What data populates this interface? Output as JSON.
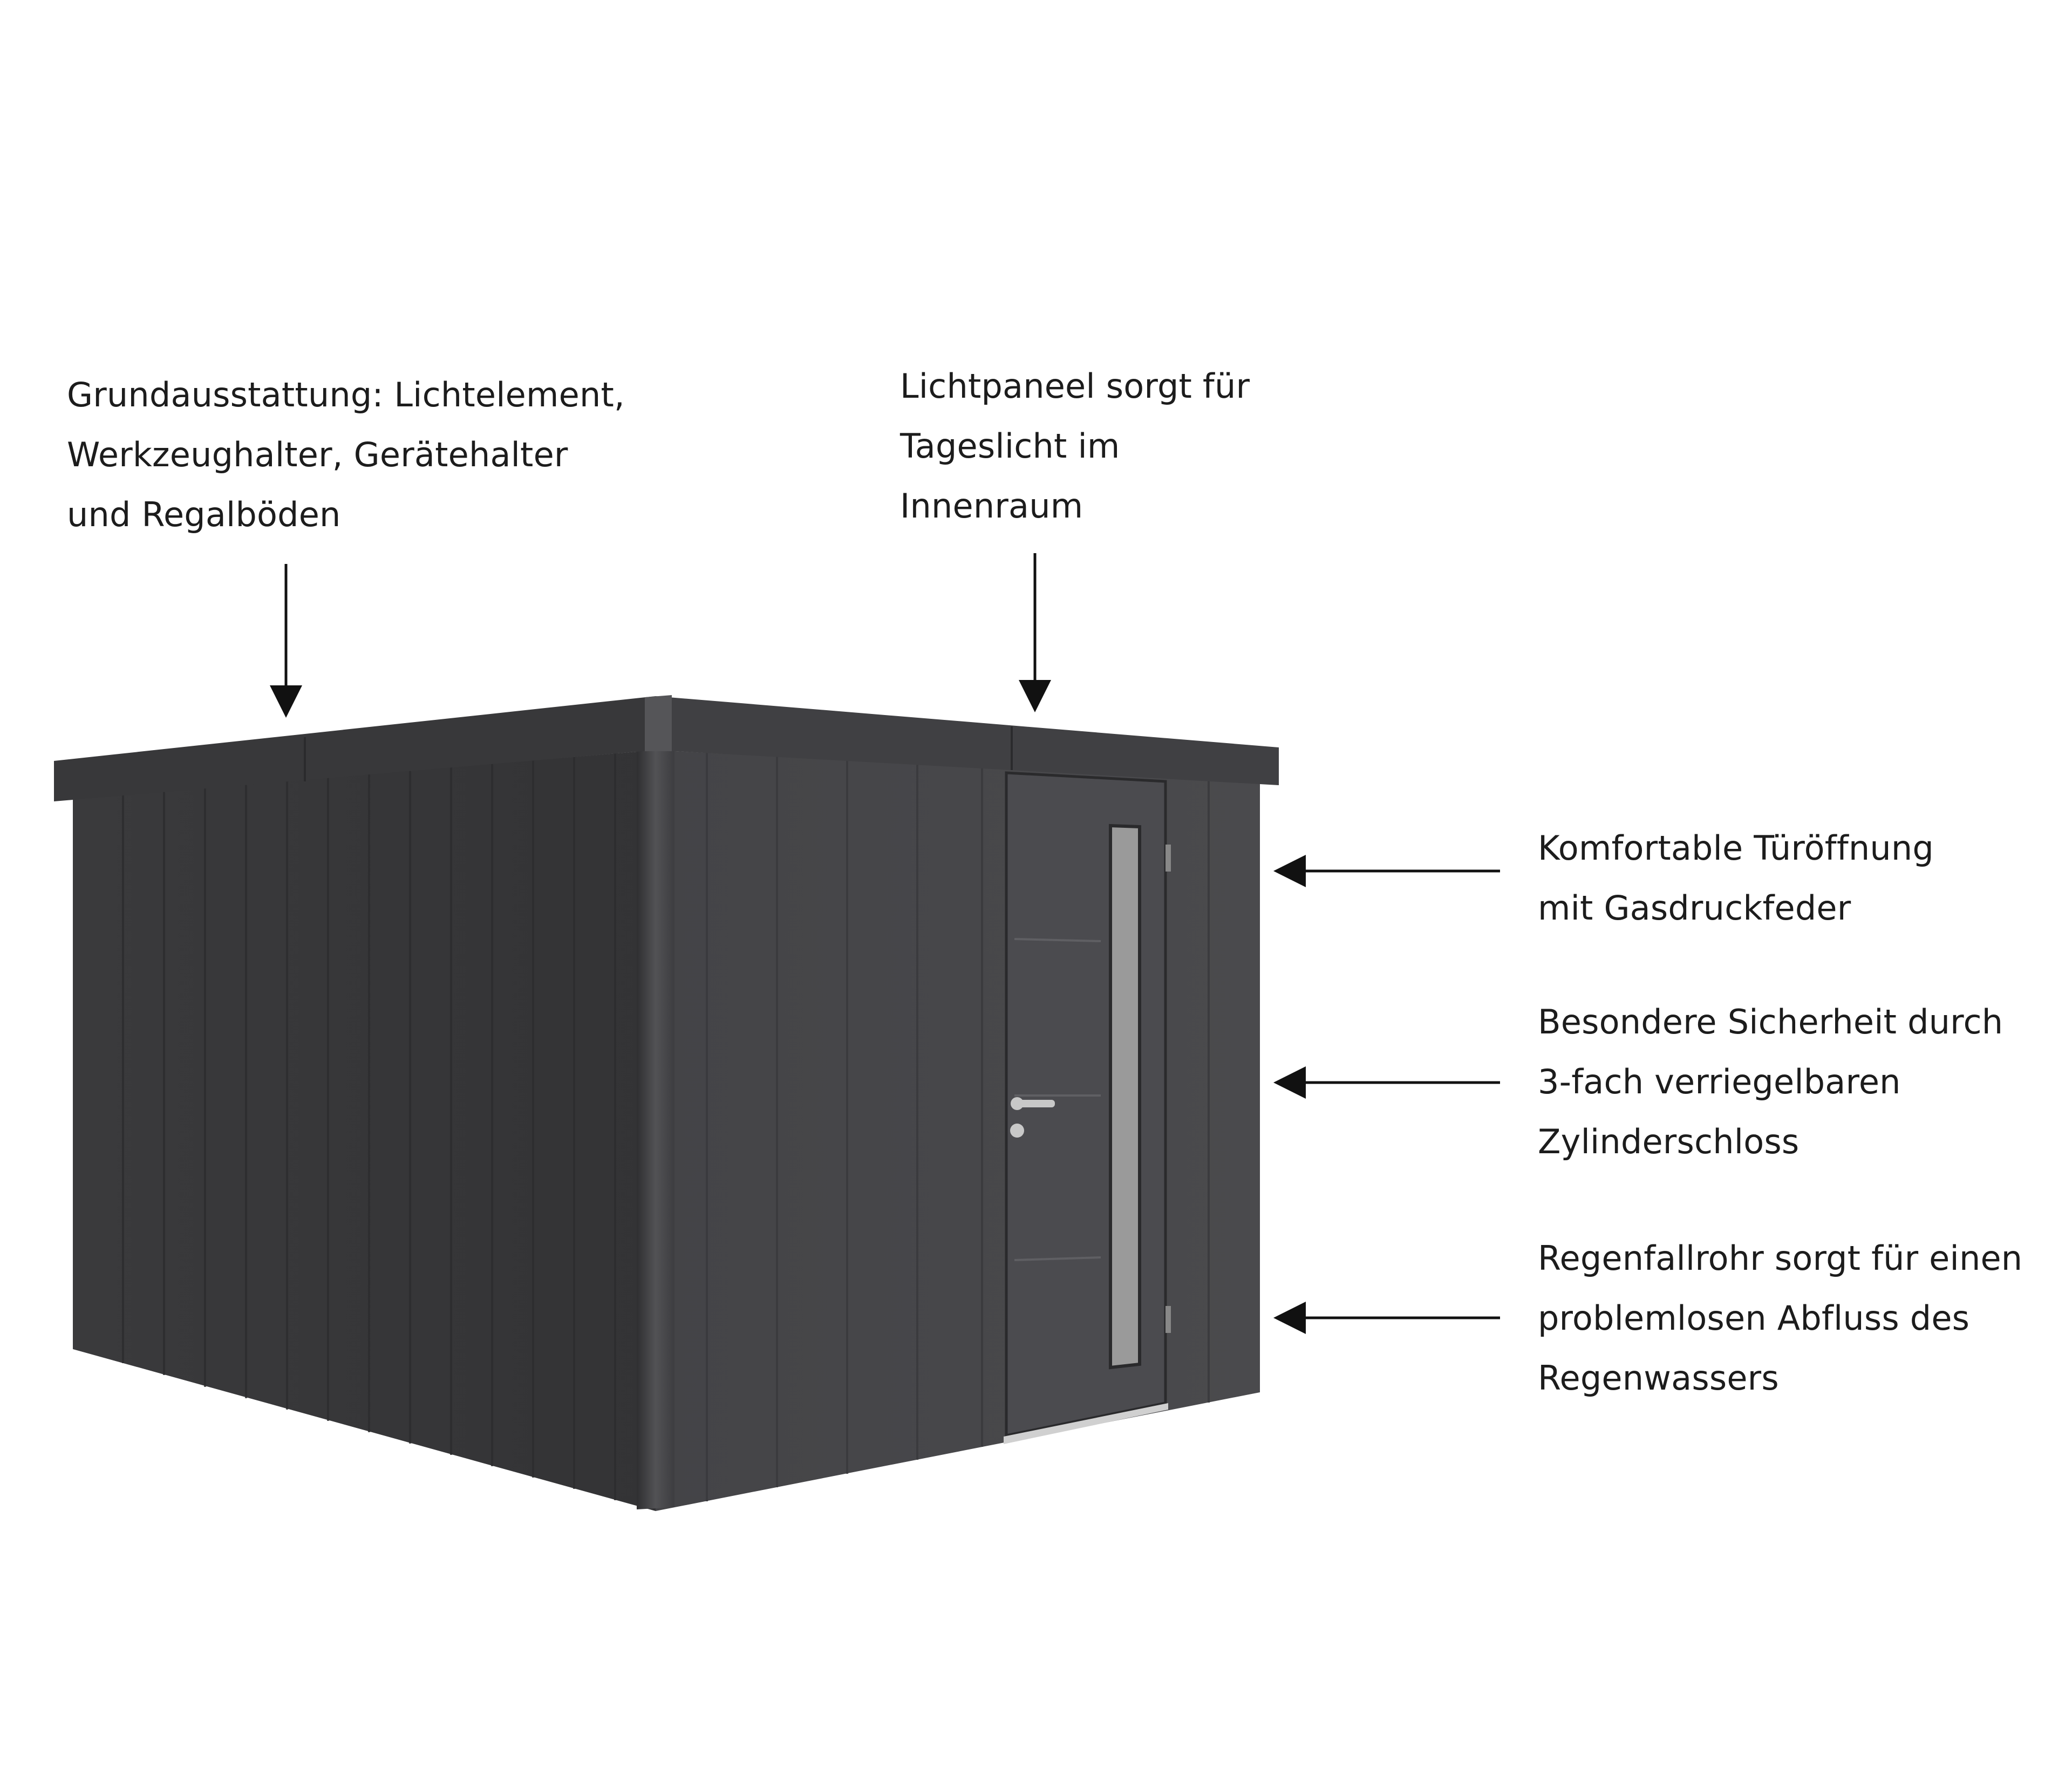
{
  "callouts": {
    "roof_equipment": {
      "lines": [
        "Grundausstattung: Lichtelement,",
        "Werkzeughalter, Gerätehalter",
        "und Regalböden"
      ]
    },
    "light_panel": {
      "lines": [
        "Lichtpaneel sorgt für",
        "Tageslicht im",
        "Innenraum"
      ]
    },
    "door_opening": {
      "lines": [
        "Komfortable Türöffnung",
        "mit Gasdruckfeder"
      ]
    },
    "lock": {
      "lines": [
        "Besondere Sicherheit durch",
        "3-fach verriegelbaren",
        "Zylinderschloss"
      ]
    },
    "downpipe": {
      "lines": [
        "Regenfallrohr sorgt für einen",
        "problemlosen Abfluss des",
        "Regenwassers"
      ]
    }
  },
  "colors": {
    "background": "#ffffff",
    "text": "#1c1c1c",
    "arrow": "#111111",
    "shed_side": "#3c3c3e",
    "shed_front": "#46464a",
    "shed_roof": "#38383a",
    "door_glass": "#9a9a9a",
    "handle": "#c8c8c8"
  }
}
